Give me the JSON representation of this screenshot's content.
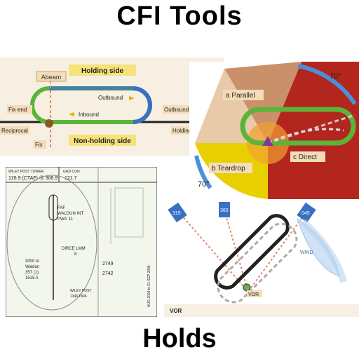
{
  "header": {
    "title": "CFI Tools"
  },
  "footer": {
    "subtitle": "Holds"
  },
  "hold_diagram": {
    "abeam": "Abeam",
    "holding_side": "Holding side",
    "non_holding_side": "Non-holding side",
    "outbound": "Outbound",
    "inbound": "Inbound",
    "fix_end": "Fix end",
    "outbound_end": "Outbound end",
    "reciprocal": "Reciprocal",
    "holding_course": "Holding course",
    "fix": "Fix"
  },
  "entry_diagram": {
    "parallel": "a  Parallel",
    "teardrop": "b  Teardrop",
    "direct": "c  Direct",
    "angle_top": "70°",
    "angle_bottom": "70°"
  },
  "approach_chart": {
    "tower": "WILEY POST TOWER",
    "tower_freq": "126.9 (CTAF) Ⓡ 308.9",
    "gnd_label": "GND CON",
    "gnd_freq": "121.7",
    "faf": "FAF",
    "waldun": "WALDUN INT",
    "pwa": "PWA",
    "pwa_num": "11",
    "dirce": "DIRCE LMM",
    "dirce_num": "8",
    "alt1": "3000 to",
    "alt2": "Waldun",
    "alt3": "357 (1)",
    "alt4": "1515 A",
    "wiley": "WILEY POST",
    "wiley2": "1346 PWA",
    "alt5": "2749",
    "alt6": "2742",
    "date": "AUG 2006 to 21 SEP 2006"
  },
  "vor_diagram": {
    "rad_315": "315",
    "rad_360": "360",
    "rad_045": "045",
    "wind": "WIND",
    "vor": "VOR",
    "caption": "VOR"
  },
  "colors": {
    "hold_green": "#5cb33a",
    "hold_blue": "#3a6fc4",
    "label_yellow": "#f7e27a",
    "arc_blue": "#4a90d9",
    "sector_red": "#b3261e",
    "sector_yellow": "#e8d000",
    "chart_paper": "#f2f6ec"
  }
}
